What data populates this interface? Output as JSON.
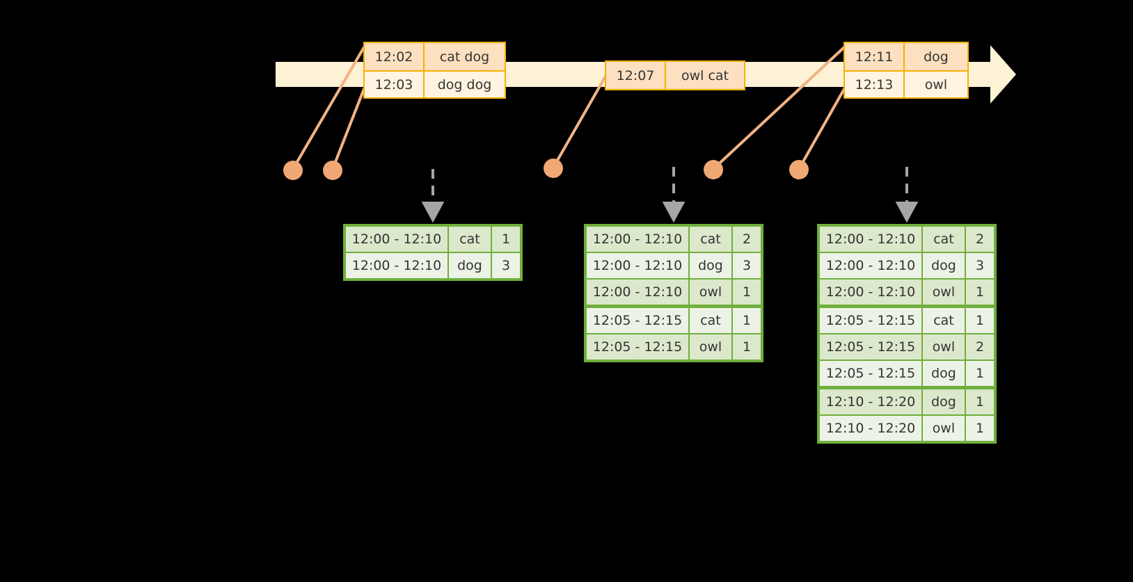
{
  "diagram": {
    "title": "sliding-window-word-count-timeline",
    "colors": {
      "background": "#000000",
      "timeline_band": "#FDF2D5",
      "event_border": "#F5B100",
      "event_fill_shade": "#FCE0C0",
      "event_fill_plain": "#FFF4E2",
      "connector": "#F3B384",
      "dot": "#F0A875",
      "arrow_gray": "#A6A6A6",
      "table_border": "#6FB03C",
      "table_fill_shade": "#DCE8CC",
      "table_fill_plain": "#EDF2E7",
      "text": "#333333"
    }
  },
  "timeline": {
    "event_groups": [
      {
        "id": "events-1",
        "rows": [
          {
            "time": "12:02",
            "words": "cat dog"
          },
          {
            "time": "12:03",
            "words": "dog dog"
          }
        ]
      },
      {
        "id": "events-2",
        "rows": [
          {
            "time": "12:07",
            "words": "owl cat"
          }
        ]
      },
      {
        "id": "events-3",
        "rows": [
          {
            "time": "12:11",
            "words": "dog"
          },
          {
            "time": "12:13",
            "words": "owl"
          }
        ]
      }
    ]
  },
  "results": [
    {
      "id": "result-table-1",
      "rows": [
        {
          "window": "12:00 - 12:10",
          "word": "cat",
          "count": "1"
        },
        {
          "window": "12:00 - 12:10",
          "word": "dog",
          "count": "3"
        }
      ]
    },
    {
      "id": "result-table-2",
      "rows": [
        {
          "window": "12:00 - 12:10",
          "word": "cat",
          "count": "2"
        },
        {
          "window": "12:00 - 12:10",
          "word": "dog",
          "count": "3"
        },
        {
          "window": "12:00 - 12:10",
          "word": "owl",
          "count": "1"
        },
        {
          "window": "12:05 - 12:15",
          "word": "cat",
          "count": "1"
        },
        {
          "window": "12:05 - 12:15",
          "word": "owl",
          "count": "1"
        }
      ]
    },
    {
      "id": "result-table-3",
      "rows": [
        {
          "window": "12:00 - 12:10",
          "word": "cat",
          "count": "2"
        },
        {
          "window": "12:00 - 12:10",
          "word": "dog",
          "count": "3"
        },
        {
          "window": "12:00 - 12:10",
          "word": "owl",
          "count": "1"
        },
        {
          "window": "12:05 - 12:15",
          "word": "cat",
          "count": "1"
        },
        {
          "window": "12:05 - 12:15",
          "word": "owl",
          "count": "2"
        },
        {
          "window": "12:05 - 12:15",
          "word": "dog",
          "count": "1"
        },
        {
          "window": "12:10 - 12:20",
          "word": "dog",
          "count": "1"
        },
        {
          "window": "12:10 - 12:20",
          "word": "owl",
          "count": "1"
        }
      ]
    }
  ]
}
